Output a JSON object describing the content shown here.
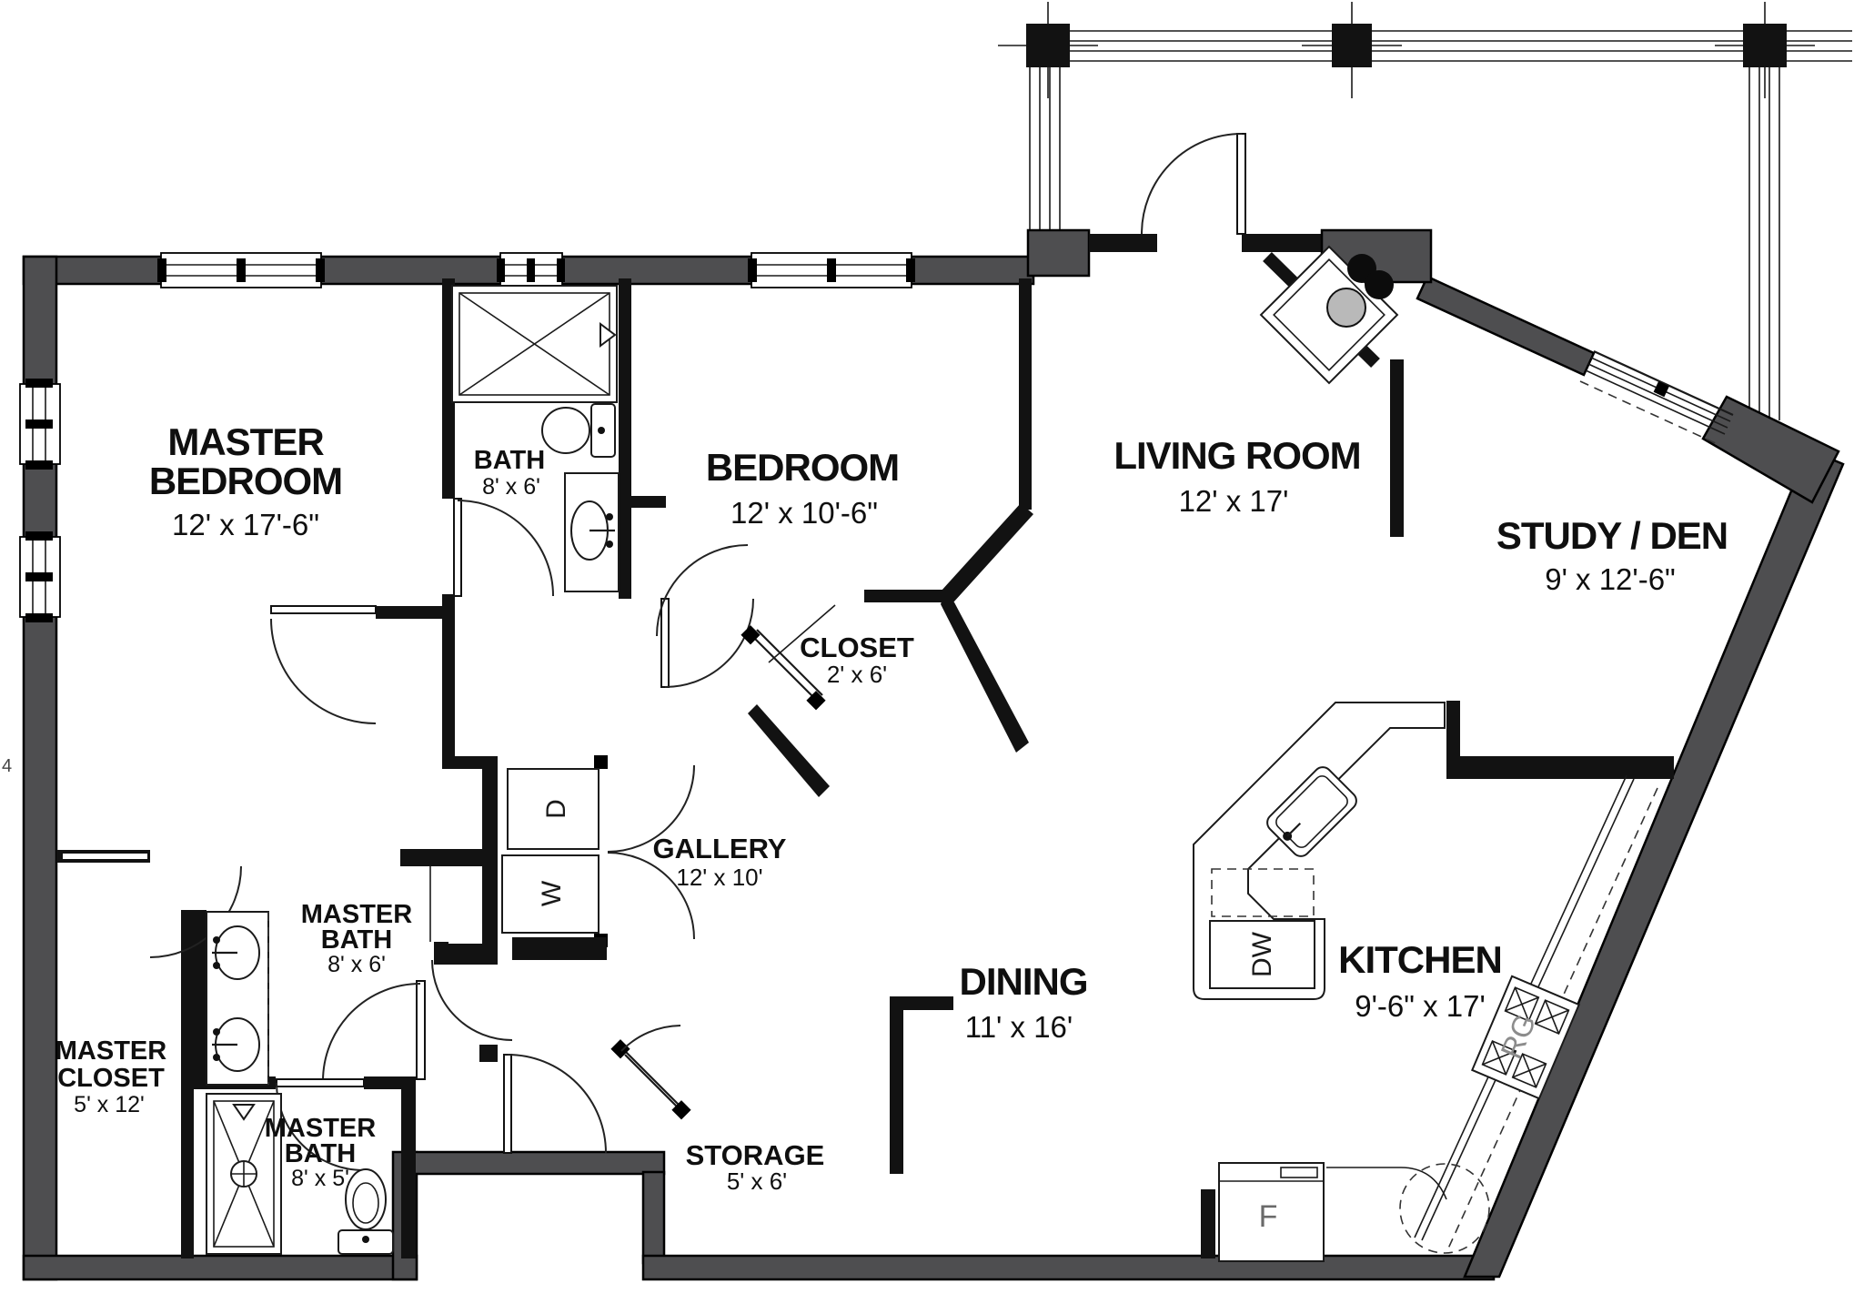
{
  "plan": {
    "type": "apartment-floor-plan",
    "rooms": [
      {
        "id": "master-bedroom",
        "l1": "MASTER",
        "l2": "BEDROOM",
        "dims": "12' x 17'-6\""
      },
      {
        "id": "bath",
        "l1": "BATH",
        "l2": "",
        "dims": "8' x 6'"
      },
      {
        "id": "bedroom",
        "l1": "BEDROOM",
        "l2": "",
        "dims": "12' x 10'-6\""
      },
      {
        "id": "living-room",
        "l1": "LIVING ROOM",
        "l2": "",
        "dims": "12' x 17'"
      },
      {
        "id": "study-den",
        "l1": "STUDY / DEN",
        "l2": "",
        "dims": "9' x 12'-6\""
      },
      {
        "id": "closet",
        "l1": "CLOSET",
        "l2": "",
        "dims": "2' x 6'"
      },
      {
        "id": "gallery",
        "l1": "GALLERY",
        "l2": "",
        "dims": "12' x 10'"
      },
      {
        "id": "master-bath-upper",
        "l1": "MASTER",
        "l2": "BATH",
        "dims": "8' x 6'"
      },
      {
        "id": "master-closet",
        "l1": "MASTER",
        "l2": "CLOSET",
        "dims": "5' x 12'"
      },
      {
        "id": "master-bath-lower",
        "l1": "MASTER",
        "l2": "BATH",
        "dims": "8' x 5'"
      },
      {
        "id": "storage",
        "l1": "STORAGE",
        "l2": "",
        "dims": "5' x 6'"
      },
      {
        "id": "dining",
        "l1": "DINING",
        "l2": "",
        "dims": "11' x 16'"
      },
      {
        "id": "kitchen",
        "l1": "KITCHEN",
        "l2": "",
        "dims": "9'-6\" x 17'"
      }
    ],
    "appliances": {
      "dryer": "D",
      "washer": "W",
      "dishwasher": "DW",
      "range": "RG",
      "refrigerator": "F"
    },
    "edge_marker": "4",
    "colors": {
      "exterior_wall": "#4e4e50",
      "interior_wall": "#121212",
      "background": "#ffffff",
      "muted_label": "#8c8c8c"
    }
  }
}
